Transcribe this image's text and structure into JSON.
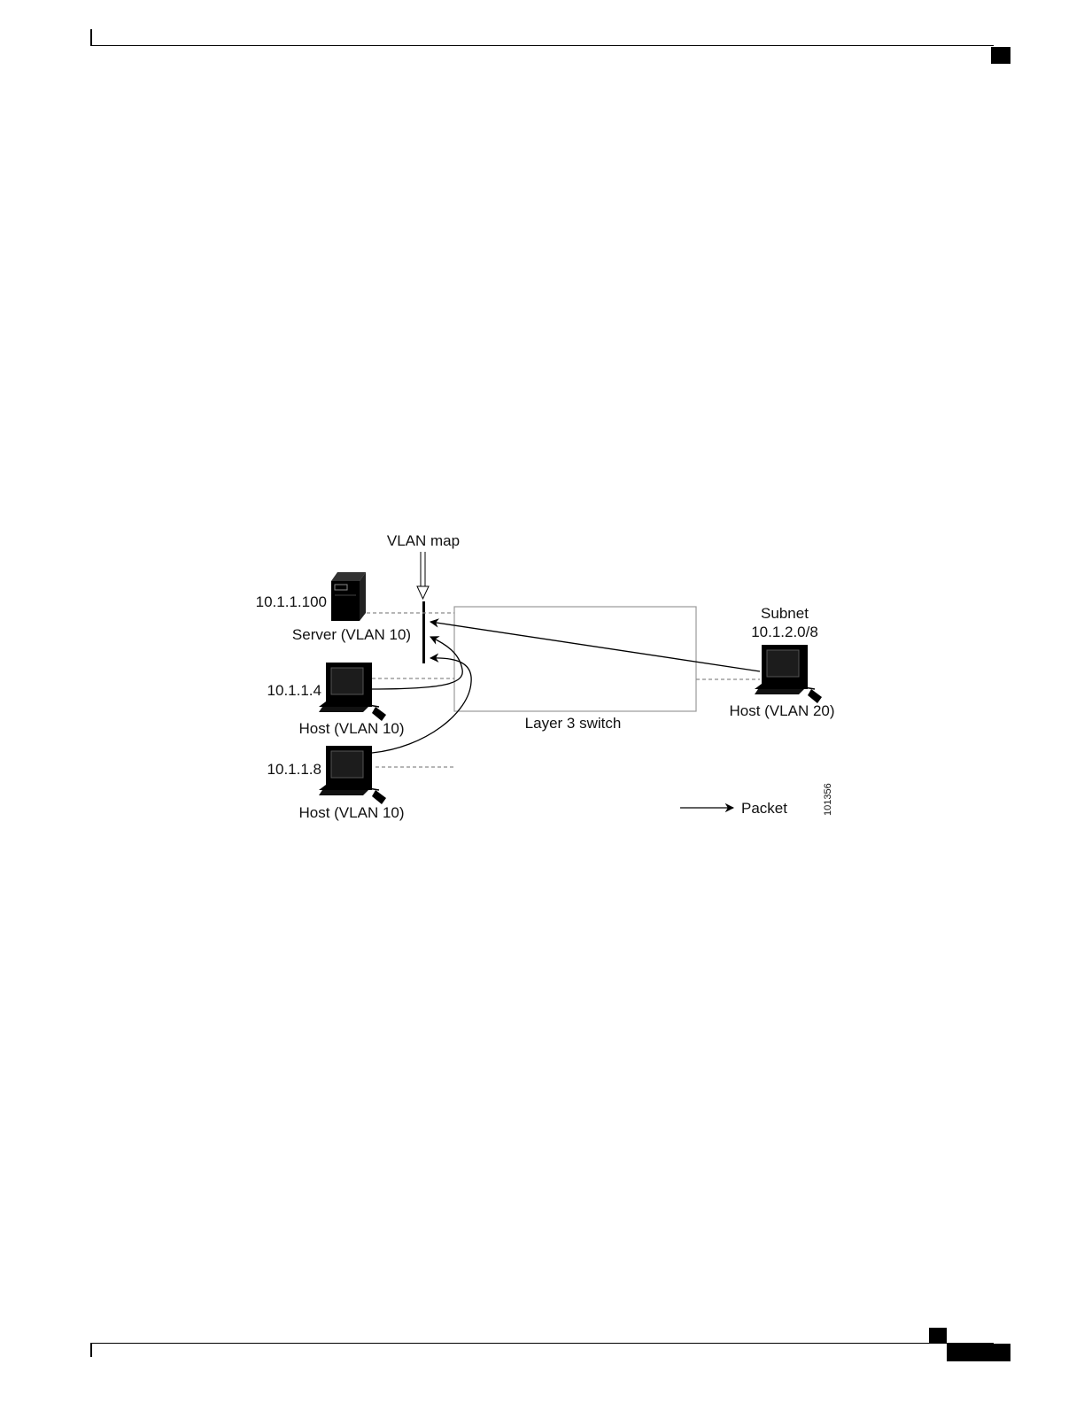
{
  "diagram": {
    "vlan_map_label": "VLAN map",
    "server": {
      "ip": "10.1.1.100",
      "label": "Server (VLAN 10)"
    },
    "host_a": {
      "ip": "10.1.1.4",
      "label": "Host (VLAN 10)"
    },
    "host_b": {
      "ip": "10.1.1.8",
      "label": "Host (VLAN 10)"
    },
    "remote_host": {
      "subnet_title": "Subnet",
      "subnet": "10.1.2.0/8",
      "label": "Host (VLAN 20)"
    },
    "switch_label": "Layer 3 switch",
    "legend_packet": "Packet",
    "figure_id": "101356"
  },
  "colors": {
    "ink": "#000000",
    "box_border": "#9a9a9a",
    "dashed": "#8a8a8a"
  },
  "icons": [
    "server-icon",
    "workstation-icon"
  ]
}
